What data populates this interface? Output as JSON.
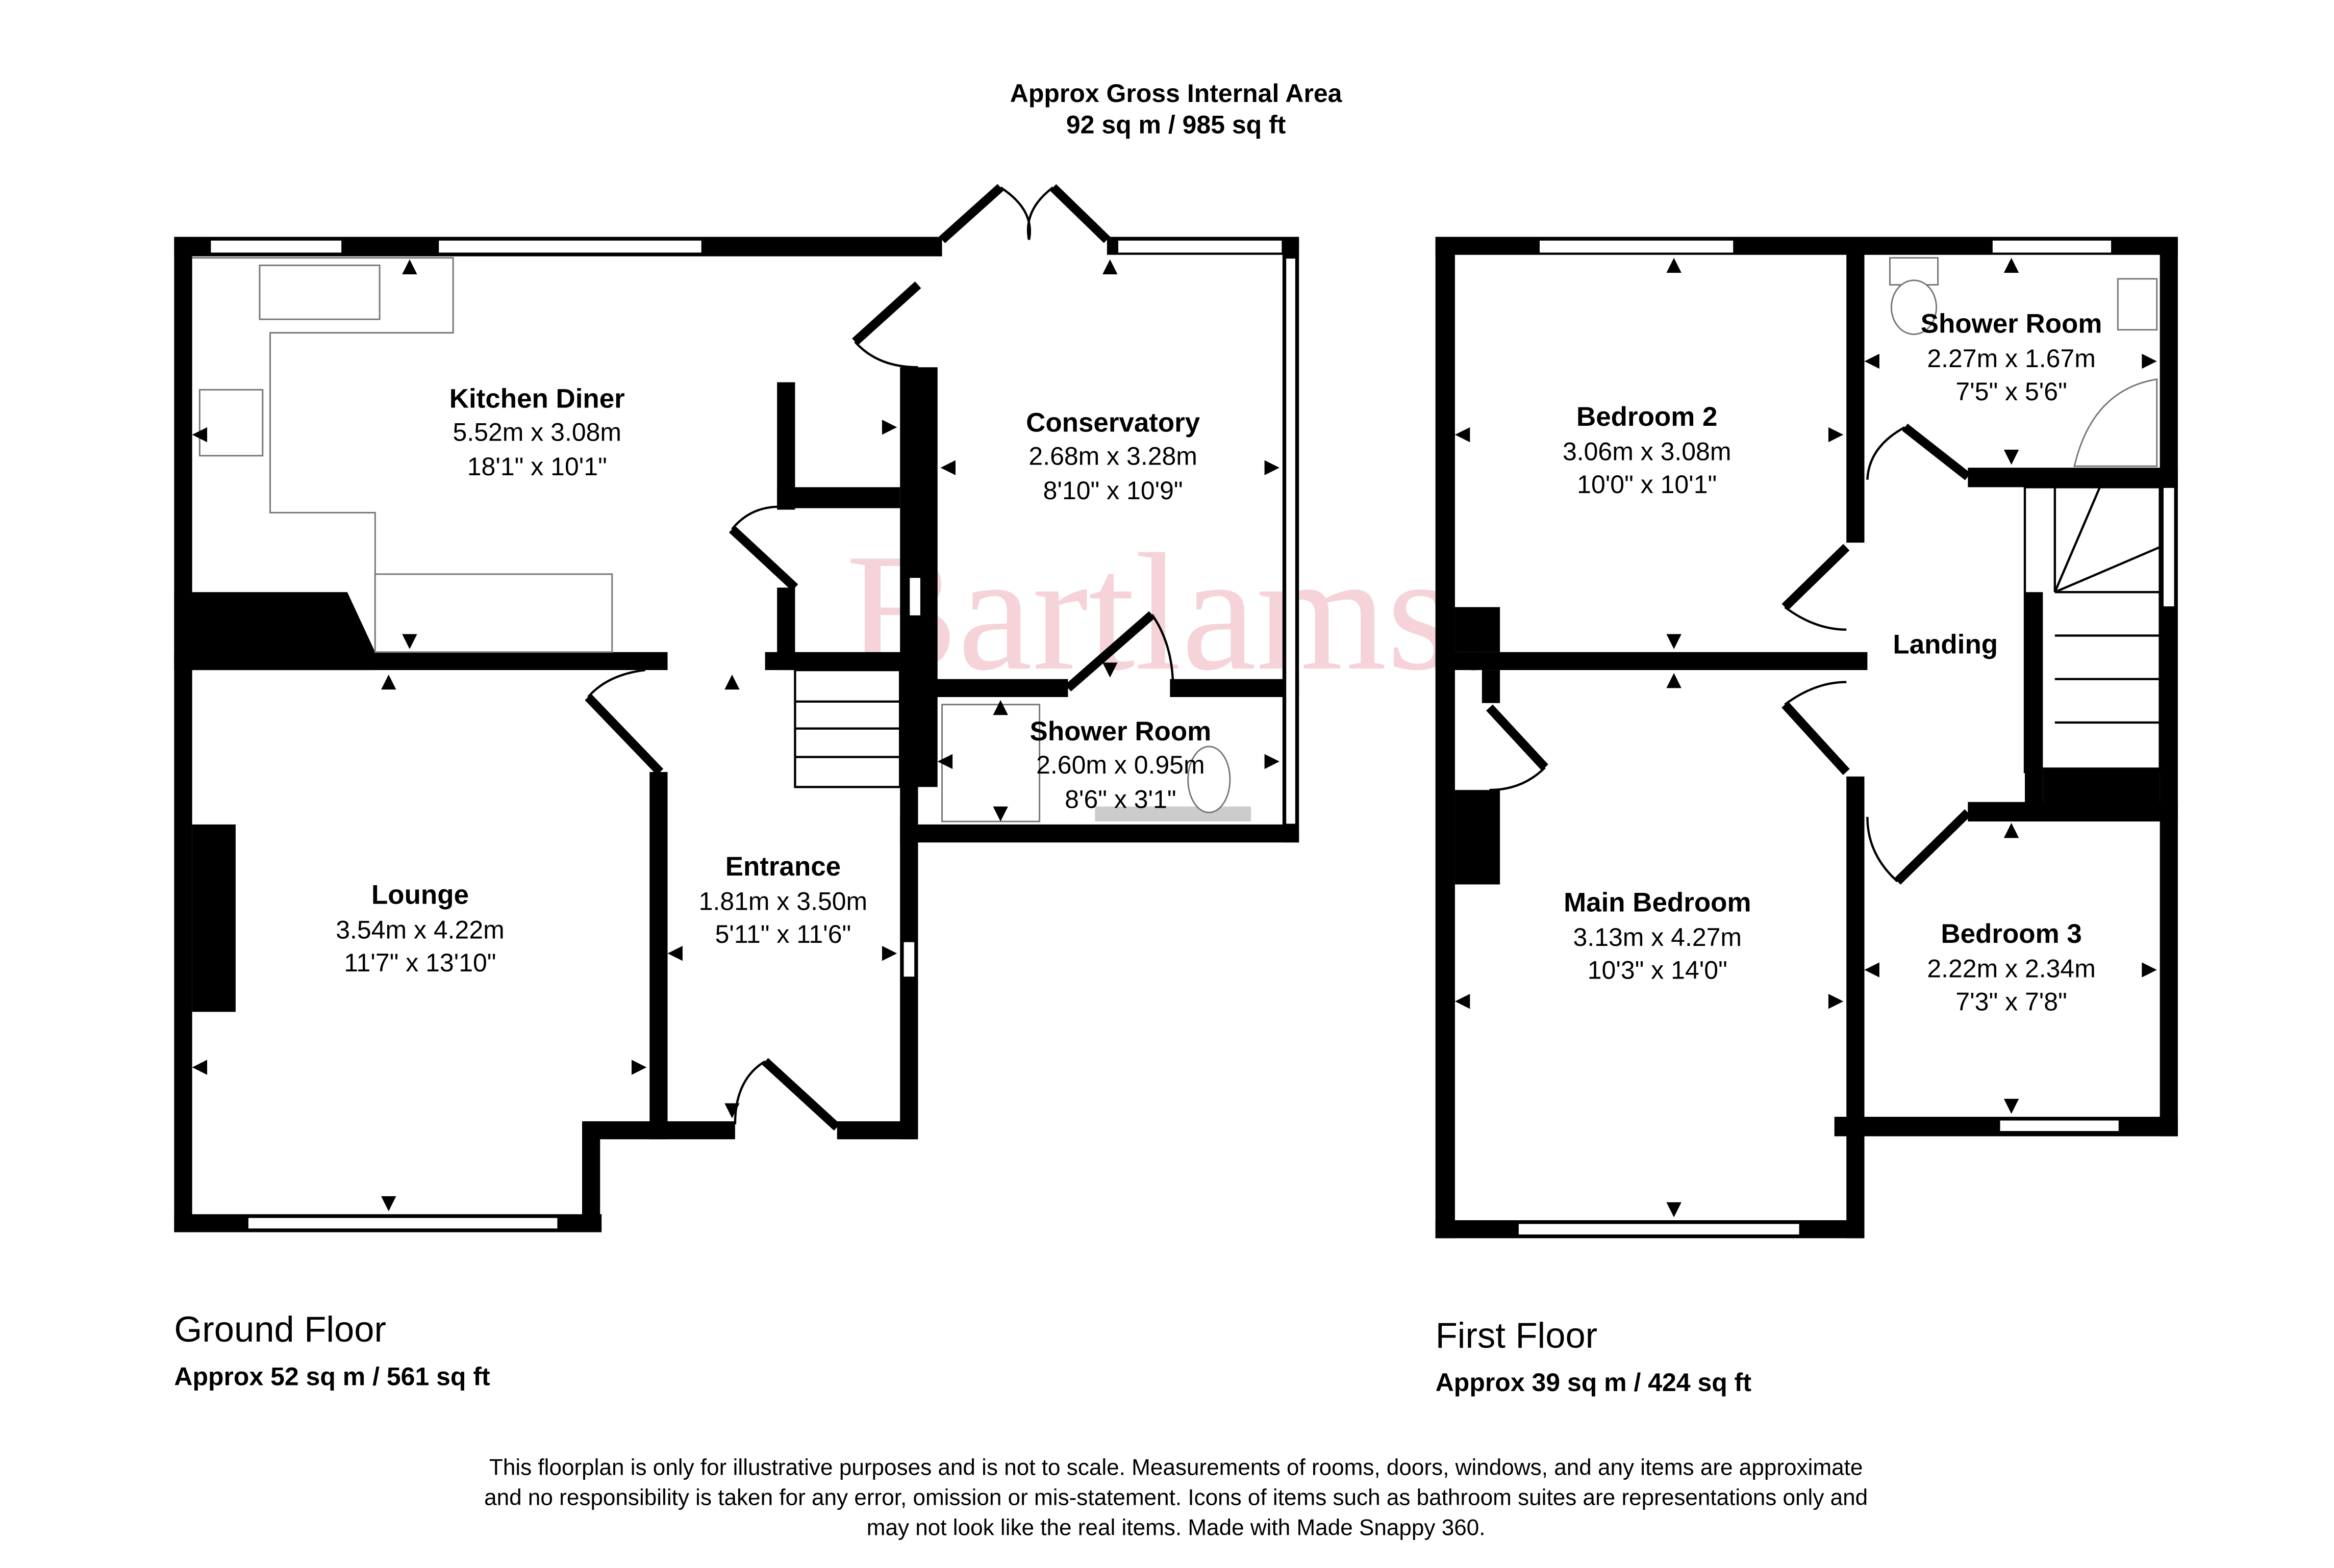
{
  "header": {
    "title": "Approx Gross Internal Area",
    "area": "92 sq m / 985 sq ft"
  },
  "watermark": "Bartlams.",
  "ground_floor": {
    "label": "Ground Floor",
    "area": "Approx 52 sq m / 561 sq ft",
    "rooms": [
      {
        "name": "Kitchen Diner",
        "metric": "5.52m x 3.08m",
        "imperial": "18'1\" x 10'1\""
      },
      {
        "name": "Conservatory",
        "metric": "2.68m x 3.28m",
        "imperial": "8'10\" x 10'9\""
      },
      {
        "name": "Shower Room",
        "metric": "2.60m x 0.95m",
        "imperial": "8'6\" x 3'1\""
      },
      {
        "name": "Lounge",
        "metric": "3.54m x 4.22m",
        "imperial": "11'7\" x 13'10\""
      },
      {
        "name": "Entrance",
        "metric": "1.81m x 3.50m",
        "imperial": "5'11\" x 11'6\""
      }
    ]
  },
  "first_floor": {
    "label": "First Floor",
    "area": "Approx 39 sq m / 424 sq ft",
    "rooms": [
      {
        "name": "Bedroom 2",
        "metric": "3.06m x 3.08m",
        "imperial": "10'0\" x 10'1\""
      },
      {
        "name": "Shower Room",
        "metric": "2.27m x 1.67m",
        "imperial": "7'5\" x 5'6\""
      },
      {
        "name": "Landing"
      },
      {
        "name": "Main Bedroom",
        "metric": "3.13m x 4.27m",
        "imperial": "10'3\" x 14'0\""
      },
      {
        "name": "Bedroom 3",
        "metric": "2.22m x 2.34m",
        "imperial": "7'3\" x 7'8\""
      }
    ]
  },
  "disclaimer": [
    "This floorplan is only for illustrative purposes and is not to scale. Measurements of rooms, doors, windows, and any items are approximate",
    "and no responsibility is taken for any error, omission or mis-statement. Icons of items such as bathroom suites are representations only and",
    "may not look like the real items. Made with Made Snappy 360."
  ],
  "colors": {
    "watermark": "#f2c4cb",
    "wall": "#000000"
  }
}
